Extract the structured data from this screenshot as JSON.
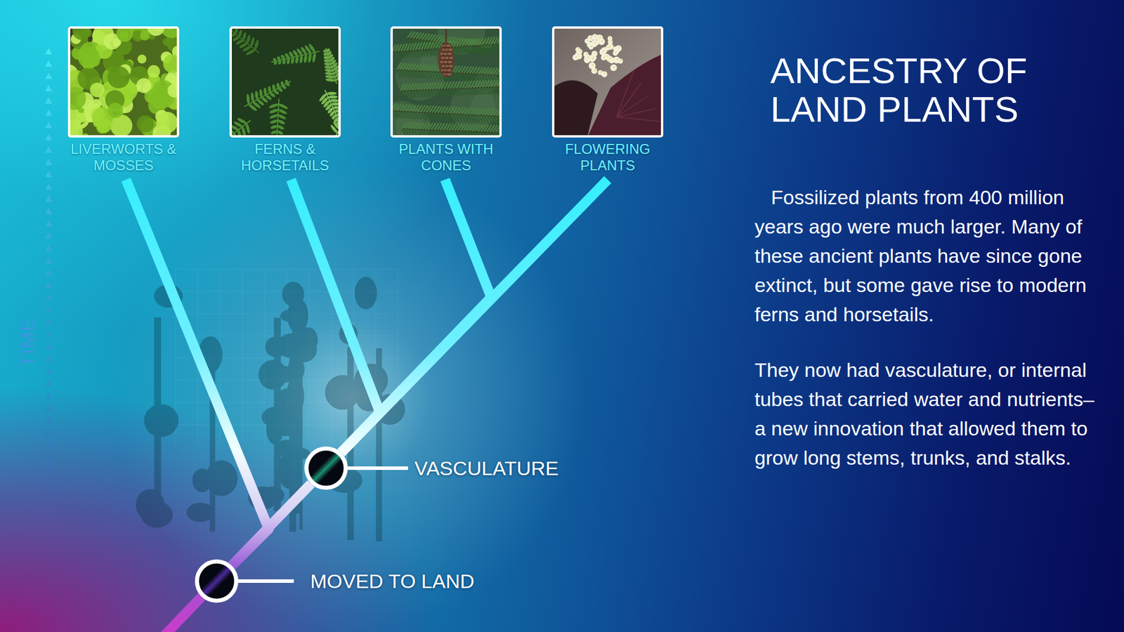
{
  "diagram": {
    "title": "ANCESTRY OF LAND PLANTS",
    "nodes": [
      {
        "text": [
          "LIVERWORTS & MOSSES"
        ]
      },
      {
        "text": [
          "FERNS & HORSETAILS"
        ]
      },
      {
        "text": [
          "PLANTS WITH CONES"
        ]
      },
      {
        "text": [
          "FLOWERING PLANTS"
        ]
      },
      {
        "text": [
          "VASCULATURE"
        ]
      },
      {
        "text": [
          "MOVED TO LAND"
        ]
      }
    ],
    "edges": [
      {
        "from": 5,
        "to": 0,
        "arrow": "none"
      },
      {
        "from": 5,
        "to": 4,
        "arrow": "none"
      },
      {
        "from": 4,
        "to": 1,
        "arrow": "none"
      },
      {
        "from": 4,
        "to": 2,
        "arrow": "none"
      },
      {
        "from": 4,
        "to": 3,
        "arrow": "none"
      }
    ],
    "labels": [
      "TIME",
      "Fossilized plants from 400 million years ago were much larger. Many of these ancient plants have since gone extinct, but some gave rise to modern ferns and horsetails.",
      "They now had vasculature, or internal tubes that carried water and nutrients–a new innovation that allowed them to grow long stems, trunks, and stalks."
    ]
  }
}
